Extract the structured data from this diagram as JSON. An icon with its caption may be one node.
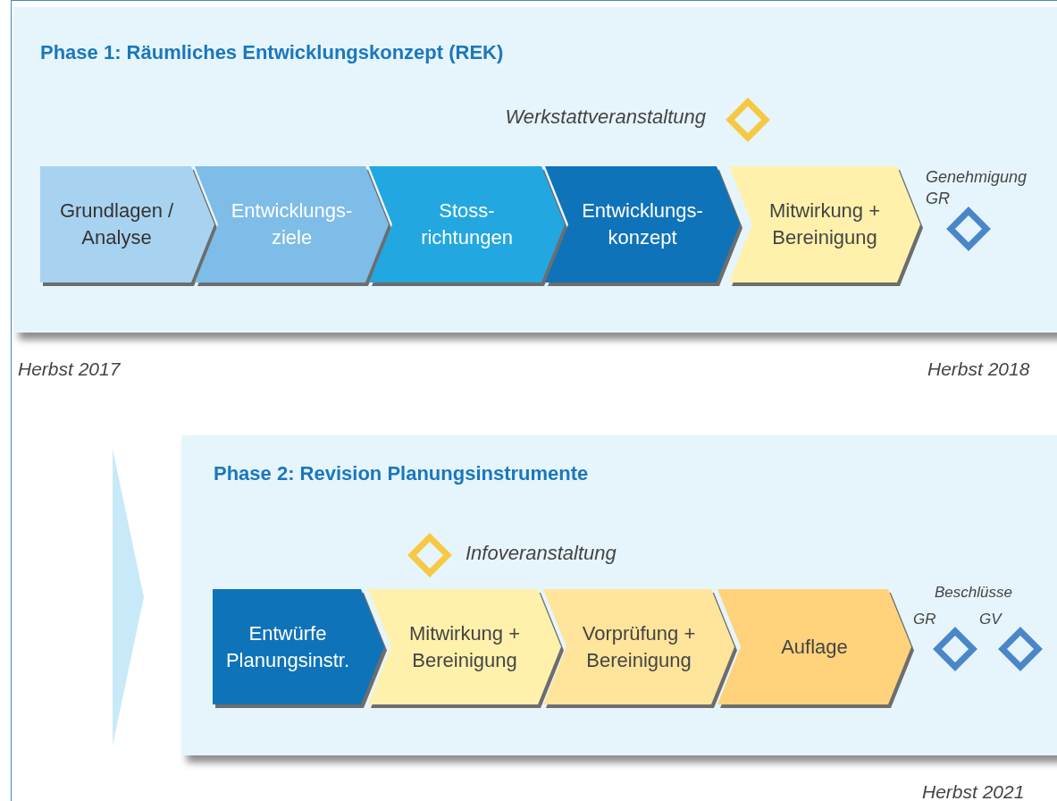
{
  "diagram": {
    "nodes": [
      {
        "text": [
          "Phase 1: Räumliches Entwicklungskonzept (REK)"
        ]
      },
      {
        "text": [],
        "shape": "diamond",
        "in": 0,
        "beside": [
          "Werkstattveranstaltung"
        ]
      },
      {
        "text": [
          "Grundlagen / Analyse"
        ],
        "in": 0
      },
      {
        "text": [
          "Entwicklungs- ziele"
        ],
        "in": 0
      },
      {
        "text": [
          "Stoss- richtungen"
        ],
        "in": 0
      },
      {
        "text": [
          "Entwicklungs- konzept"
        ],
        "in": 0
      },
      {
        "text": [
          "Mitwirkung + Bereinigung"
        ],
        "in": 0
      },
      {
        "text": [],
        "shape": "diamond",
        "in": 0,
        "beside": [
          "Genehmigung GR"
        ]
      },
      {
        "text": [
          "Phase 2: Revision Planungsinstrumente"
        ]
      },
      {
        "text": [],
        "shape": "diamond",
        "in": 8,
        "beside": [
          "Infoveranstaltung"
        ]
      },
      {
        "text": [
          "Entwürfe Planungsinstr."
        ],
        "in": 8
      },
      {
        "text": [
          "Mitwirkung + Bereinigung"
        ],
        "in": 8
      },
      {
        "text": [
          "Vorprüfung + Bereinigung"
        ],
        "in": 8
      },
      {
        "text": [
          "Auflage"
        ],
        "in": 8
      },
      {
        "text": [],
        "shape": "diamond",
        "in": 8,
        "beside": [
          "GR"
        ]
      },
      {
        "text": [],
        "shape": "diamond",
        "in": 8,
        "beside": [
          "GV"
        ]
      }
    ],
    "labels": [
      "Herbst 2017",
      "Herbst 2018",
      "Beschlüsse",
      "Herbst 2021"
    ]
  }
}
